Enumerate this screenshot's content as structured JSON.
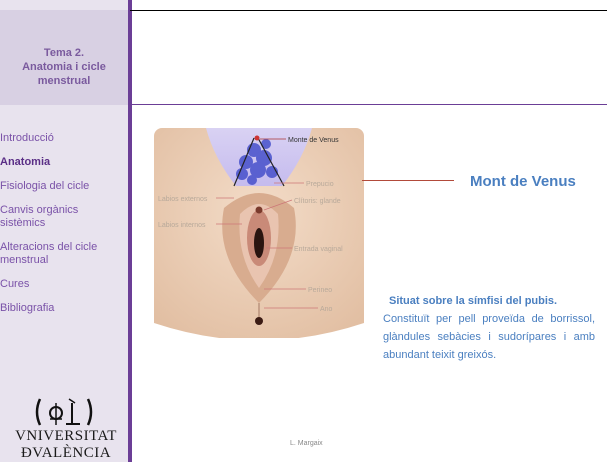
{
  "sidebar": {
    "topic": "Tema 2.\nAnatomia i cicle\nmenstrual",
    "nav": [
      {
        "label": "Introducció",
        "active": false
      },
      {
        "label": "Anatomia",
        "active": true
      },
      {
        "label": "Fisiologia del cicle",
        "active": false
      },
      {
        "label": "Canvis orgànics sistèmics",
        "active": false
      },
      {
        "label": "Alteracions del cicle menstrual",
        "active": false
      },
      {
        "label": "Cures",
        "active": false
      },
      {
        "label": "Bibliografia",
        "active": false
      }
    ],
    "logo_text_1": "VNIVERSITAT",
    "logo_text_2": "ÐVALÈNCIA"
  },
  "figure": {
    "labels": {
      "monte": "Monte de Venus",
      "prepucio": "Prepucio",
      "clitoris": "Clítoris: glande",
      "labios_externos": "Labios externos",
      "labios_internos": "Labios internos",
      "entrada": "Entrada vaginal",
      "perineo": "Perineo",
      "ano": "Ano"
    }
  },
  "main": {
    "title": "Mont de Venus",
    "lead": "Situat sobre la símfisi del pubis.",
    "body": "Constituït per pell proveïda de borrissol, glàndules sebàcies i sudorípares i amb abundant teixit greixós."
  },
  "footer": {
    "author": "L. Margaix"
  },
  "colors": {
    "accent": "#6b3e96",
    "title": "#4a7fc0",
    "line": "#b24a3a"
  }
}
